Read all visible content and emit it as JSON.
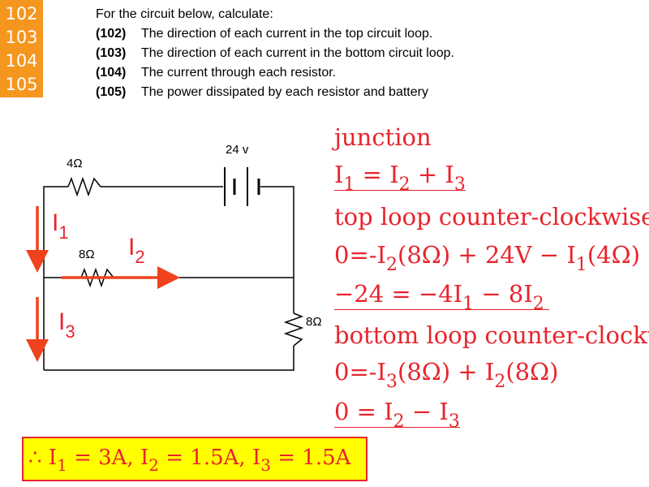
{
  "badge": {
    "numbers": [
      "102",
      "103",
      "104",
      "105"
    ]
  },
  "questions": {
    "intro": "For the circuit below, calculate:",
    "items": [
      {
        "num": "(102)",
        "text": "The direction of each current in the top circuit loop."
      },
      {
        "num": "(103)",
        "text": "The direction of each current in the bottom circuit loop."
      },
      {
        "num": "(104)",
        "text": "The current through each resistor."
      },
      {
        "num": "(105)",
        "text": "The power dissipated by each resistor and battery"
      }
    ]
  },
  "circuit": {
    "battery_label": "24 v",
    "r_top_label": "4Ω",
    "r_mid_label": "8Ω",
    "r_right_label": "8Ω",
    "current_labels": {
      "i1": "I",
      "i1_sub": "1",
      "i2": "I",
      "i2_sub": "2",
      "i3": "I",
      "i3_sub": "3"
    }
  },
  "equations": {
    "junction_title": "junction",
    "junction_eq": {
      "a": "I",
      "a_sub": "1",
      "b": " = I",
      "b_sub": "2",
      "c": " + I",
      "c_sub": "3"
    },
    "top_title": "top loop counter-clockwise",
    "top_eq1": {
      "p1": "0=-I",
      "s1": "2",
      "p2": "(8Ω) + 24V − I",
      "s2": "1",
      "p3": "(4Ω)"
    },
    "top_eq2": {
      "p1": "−24 = −4I",
      "s1": "1",
      "p2": " − 8I",
      "s2": "2"
    },
    "bottom_title": "bottom loop counter-clockwise",
    "bottom_eq1": {
      "p1": "0=-I",
      "s1": "3",
      "p2": "(8Ω) + I",
      "s2": "2",
      "p3": "(8Ω)"
    },
    "bottom_eq2": {
      "p1": "0 = I",
      "s1": "2",
      "p2": " − I",
      "s2": "3"
    }
  },
  "result": {
    "p1": "∴ I",
    "s1": "1",
    "p2": " = 3A,  I",
    "s2": "2",
    "p3": " = 1.5A,  I",
    "s3": "3",
    "p4": " = 1.5A"
  },
  "colors": {
    "badge": "#f5961e",
    "accent": "#e8242c",
    "highlight": "#ffff00"
  }
}
